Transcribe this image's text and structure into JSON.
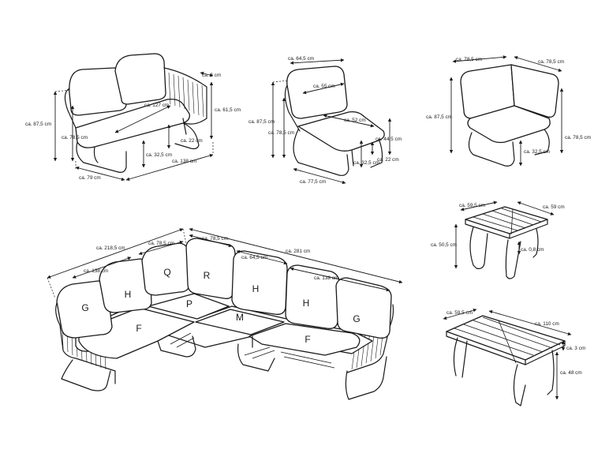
{
  "lounge_set": {
    "segment_letters": [
      "G",
      "H",
      "Q",
      "R",
      "H",
      "H",
      "G",
      "F",
      "P",
      "M",
      "F"
    ],
    "dims": [
      "ca. 218,5 cm",
      "ca. 138 cm",
      "ca. 78,5 cm",
      "ca. 78,5 cm",
      "ca. 281 cm",
      "ca. 64,5 cm",
      "ca. 138 cm"
    ]
  },
  "sofa": {
    "dims": [
      "ca. 87,5 cm",
      "ca. 78,5 cm",
      "ca. 127 cm",
      "ca. 3 cm",
      "ca. 61,5 cm",
      "ca. 22 cm",
      "ca. 32,5 cm",
      "ca. 79 cm",
      "ca. 138 cm"
    ]
  },
  "single": {
    "dims": [
      "ca. 64,5 cm",
      "ca. 55 cm",
      "ca. 87,5 cm",
      "ca. 78,5 cm",
      "ca. 52 cm",
      "ca. 44,5 cm",
      "ca. 32,5 cm",
      "ca. 22 cm",
      "ca. 77,5 cm"
    ]
  },
  "corner": {
    "dims": [
      "ca. 78,5 cm",
      "ca. 78,5 cm",
      "ca. 87,5 cm",
      "ca. 78,5 cm",
      "ca. 32,5 cm"
    ]
  },
  "side_table": {
    "dims": [
      "ca. 59,5 cm",
      "ca. 59 cm",
      "ca. 50,5 cm",
      "ca. 0,8 cm"
    ]
  },
  "coffee_table": {
    "dims": [
      "ca. 59,5 cm",
      "ca. 110 cm",
      "ca. 3 cm",
      "ca. 48 cm"
    ]
  }
}
